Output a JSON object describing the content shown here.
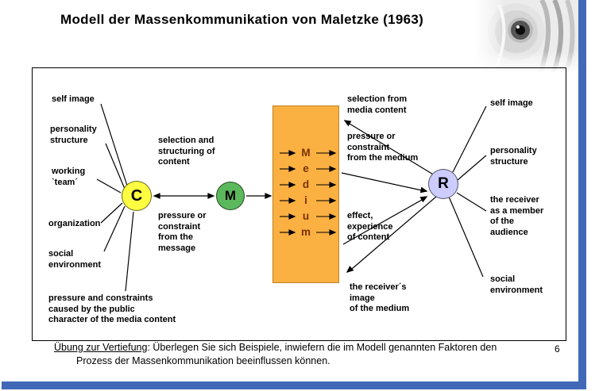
{
  "slide": {
    "title": "Modell der Massenkommunikation von Maletzke (1963)",
    "page_number": "6",
    "accent_color": "#4169b8",
    "footer": {
      "lead": "Übung zur Vertiefung",
      "line1_rest": ": Überlegen Sie sich Beispiele, inwiefern die im Modell genannten Faktoren den",
      "line2": "Prozess der Massenkommunikation beeinflussen können."
    }
  },
  "diagram": {
    "nodes": {
      "communicator": {
        "label": "C",
        "color": "#ffff42"
      },
      "message": {
        "label": "M",
        "color": "#5cb85c"
      },
      "receiver": {
        "label": "R",
        "color": "#ccccff"
      }
    },
    "medium": {
      "color": "#fbb042",
      "letter_color": "#7a3200",
      "letters": [
        "M",
        "e",
        "d",
        "i",
        "u",
        "m"
      ]
    },
    "communicator_factors": {
      "self_image": "self image",
      "personality_structure": "personality\nstructure",
      "working_team": "working\n`team´",
      "organization": "organization",
      "social_environment": "social\nenvironment",
      "public_pressure": "pressure and constraints\ncaused by the public\ncharacter of the media content"
    },
    "c_to_m": {
      "selection": "selection and\nstructuring of\ncontent",
      "pressure": "pressure or\nconstraint\nfrom the\nmessage"
    },
    "medium_to_receiver": {
      "selection": "selection from\nmedia content",
      "pressure": "pressure or\nconstraint\nfrom the medium",
      "effect": "effect,\nexperience\nof content",
      "image": "the receiver´s\nimage\nof the medium"
    },
    "receiver_factors": {
      "self_image": "self image",
      "personality_structure": "personality\nstructure",
      "audience_member": "the receiver\nas a member\nof the\naudience",
      "social_environment": "social\nenvironment"
    }
  }
}
